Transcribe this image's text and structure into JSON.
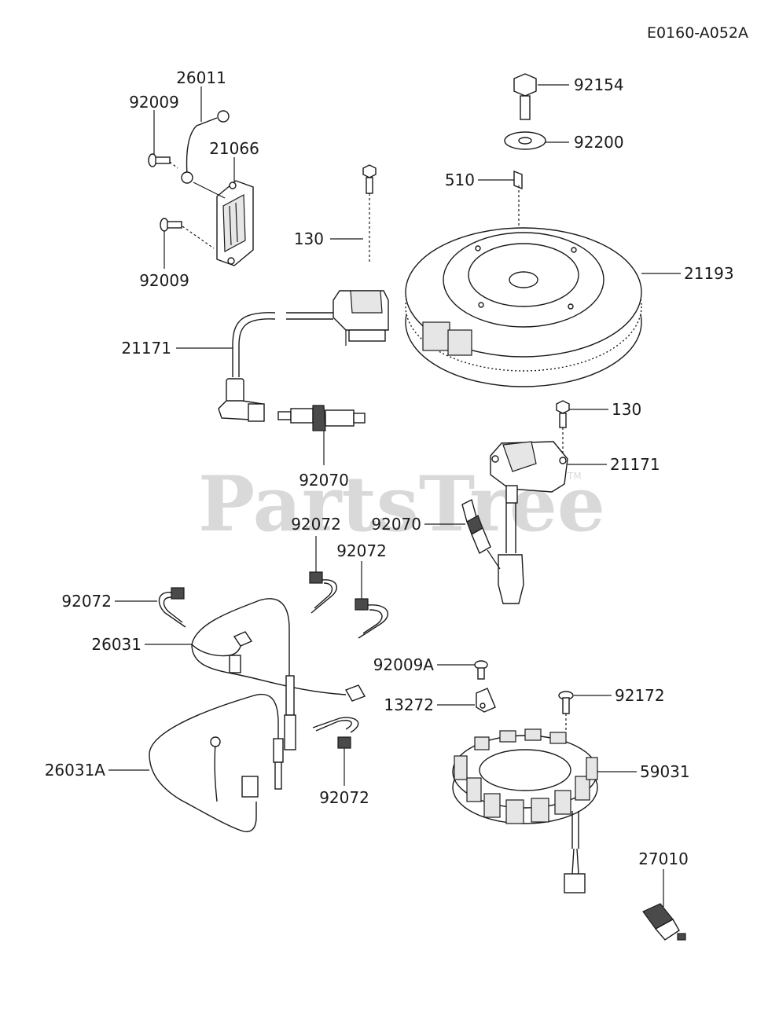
{
  "diagram": {
    "reference_code": "E0160-A052A",
    "watermark": "PartsTree",
    "watermark_mark": "TM",
    "labels": [
      {
        "id": "l-26011",
        "text": "26011"
      },
      {
        "id": "l-92009-a",
        "text": "92009"
      },
      {
        "id": "l-21066",
        "text": "21066"
      },
      {
        "id": "l-92009-b",
        "text": "92009"
      },
      {
        "id": "l-130-a",
        "text": "130"
      },
      {
        "id": "l-21171-a",
        "text": "21171"
      },
      {
        "id": "l-92070-a",
        "text": "92070"
      },
      {
        "id": "l-92154",
        "text": "92154"
      },
      {
        "id": "l-92200",
        "text": "92200"
      },
      {
        "id": "l-510",
        "text": "510"
      },
      {
        "id": "l-21193",
        "text": "21193"
      },
      {
        "id": "l-130-b",
        "text": "130"
      },
      {
        "id": "l-21171-b",
        "text": "21171"
      },
      {
        "id": "l-92070-b",
        "text": "92070"
      },
      {
        "id": "l-92072-a",
        "text": "92072"
      },
      {
        "id": "l-92072-b",
        "text": "92072"
      },
      {
        "id": "l-92072-c",
        "text": "92072"
      },
      {
        "id": "l-26031",
        "text": "26031"
      },
      {
        "id": "l-92009A",
        "text": "92009A"
      },
      {
        "id": "l-13272",
        "text": "13272"
      },
      {
        "id": "l-92172",
        "text": "92172"
      },
      {
        "id": "l-26031A",
        "text": "26031A"
      },
      {
        "id": "l-59031",
        "text": "59031"
      },
      {
        "id": "l-92072-d",
        "text": "92072"
      },
      {
        "id": "l-27010",
        "text": "27010"
      }
    ]
  }
}
